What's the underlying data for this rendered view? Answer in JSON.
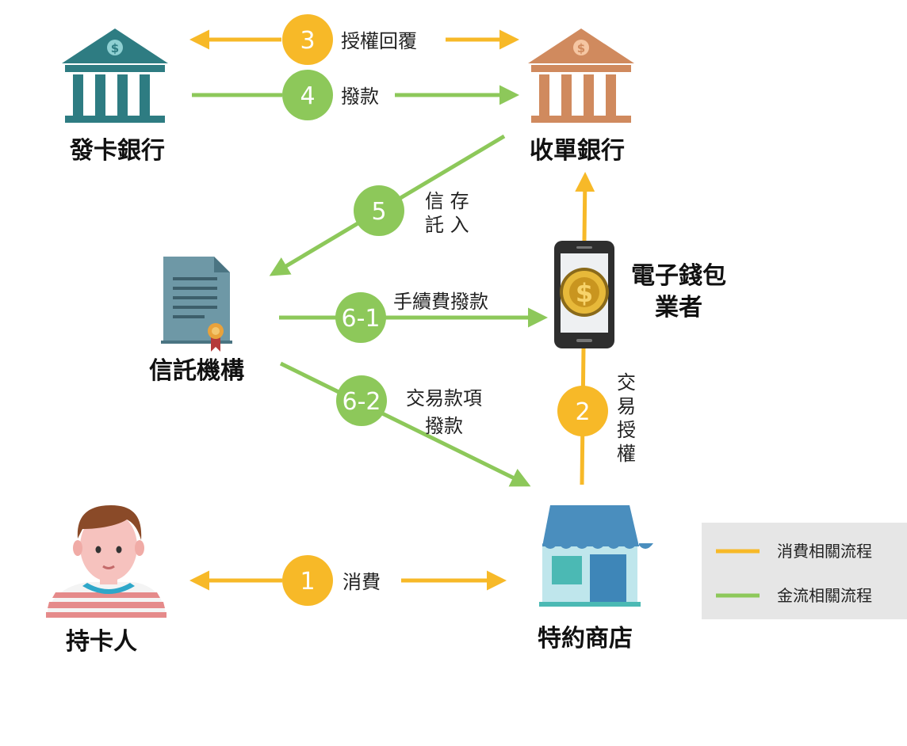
{
  "colors": {
    "consumption": "#F7B928",
    "money": "#8DC85A",
    "issuer_bank": "#2E7C82",
    "acquirer_bank": "#D08A5E",
    "legend_bg": "#E6E6E6"
  },
  "nodes": {
    "issuer_bank": "發卡銀行",
    "acquirer_bank": "收單銀行",
    "trust": "信託機構",
    "wallet_line1": "電子錢包",
    "wallet_line2": "業者",
    "cardholder": "持卡人",
    "merchant": "特約商店"
  },
  "steps": {
    "s1": {
      "num": "1",
      "label": "消費"
    },
    "s2": {
      "num": "2",
      "label": [
        "交",
        "易",
        "授",
        "權"
      ]
    },
    "s3": {
      "num": "3",
      "label": "授權回覆"
    },
    "s4": {
      "num": "4",
      "label": "撥款"
    },
    "s5": {
      "num": "5",
      "label": [
        "信 存",
        "託 入"
      ]
    },
    "s61": {
      "num": "6-1",
      "label": "手續費撥款"
    },
    "s62": {
      "num": "6-2",
      "label": [
        "交易款項",
        "撥款"
      ]
    }
  },
  "legend": {
    "consumption": "消費相關流程",
    "money": "金流相關流程"
  }
}
